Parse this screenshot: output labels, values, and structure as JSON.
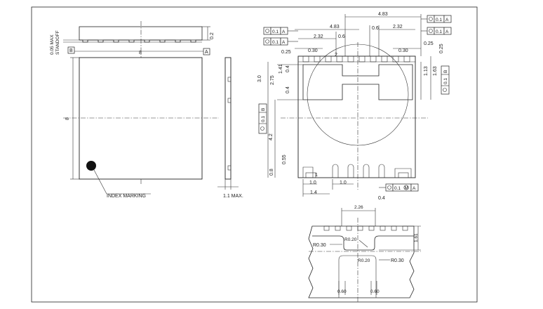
{
  "left_view": {
    "standoff_label_line1": "0.05 MAX",
    "standoff_label_line2": "STANDOFF",
    "height_dim": "0.2",
    "width_dim": "8",
    "height_side_dim": "8",
    "datum_a": "A",
    "datum_b": "B",
    "index_label": "INDEX MARKING"
  },
  "side_view": {
    "thickness_label": "1.1 MAX."
  },
  "right_view": {
    "dim_top_overall": "4.83",
    "dim_top_inner": "4.83",
    "dim_pad_left": "2.32",
    "dim_pad_right": "2.32",
    "dim_gap_left": "0.6",
    "dim_gap_right": "0.6",
    "dim_030_left": "0.30",
    "dim_030_right": "0.30",
    "dim_025_left": "0.25",
    "dim_025_right": "0.25",
    "dim_025_vert": "0.25",
    "dim_3_0": "3.0",
    "dim_2_75": "2.75",
    "dim_1_41": "1.41",
    "dim_0_4a": "0.4",
    "dim_0_4b": "0.4",
    "dim_4_2": "4.2",
    "dim_0_55": "0.55",
    "dim_0_8": "0.8",
    "dim_1_13": "1.13",
    "dim_1_63": "1.63",
    "dim_1_0a": "1.0",
    "dim_1_0b": "1.0",
    "dim_1_4": "1.4",
    "dim_0_4_bottom": "0.4",
    "pin1": "1",
    "pin2": "2",
    "fcf_tol": "0.1",
    "fcf_tol_m": "0.1",
    "fcf_a": "A",
    "fcf_b": "B",
    "fcf_m_sym": "M"
  },
  "detail_view": {
    "dim_2_26": "2.26",
    "dim_1_61": "1.61",
    "r030_left": "R0.30",
    "r020_top": "R0.20",
    "r020_bottom": "R0.20",
    "r030_right": "R0.30",
    "dim_060_left": "0.60",
    "dim_060_right": "0.60"
  },
  "colors": {
    "line": "#222222",
    "background": "#ffffff"
  }
}
